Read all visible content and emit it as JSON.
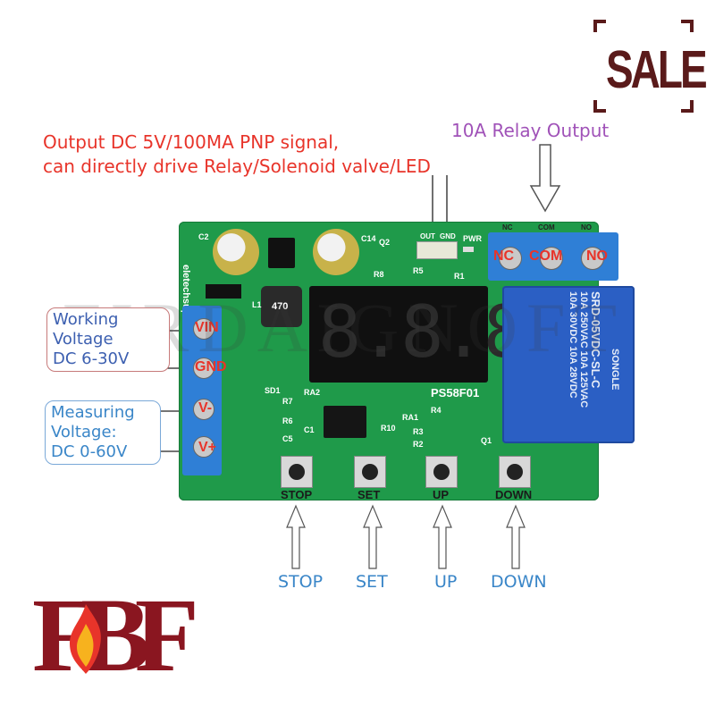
{
  "sale_badge": {
    "text": "SALE"
  },
  "annotations": {
    "output_line1": "Output DC 5V/100MA PNP signal,",
    "output_line2": "can directly drive Relay/Solenoid valve/LED",
    "relay_output": "10A Relay Output",
    "working_voltage": [
      "Working",
      "Voltage",
      "DC 6-30V"
    ],
    "measuring_voltage": [
      "Measuring",
      "Voltage:",
      "DC 0-60V"
    ]
  },
  "terminal_labels": {
    "vin": "VIN",
    "gnd": "GND",
    "v_minus": "V-",
    "v_plus": "V+",
    "nc": "NC",
    "com": "COM",
    "no": "NO"
  },
  "pcb": {
    "brand": "eletechsup",
    "model": "PS58F01",
    "pin_out": "OUT",
    "pin_gnd": "GND",
    "pwr": "PWR",
    "hdr_nc": "NC",
    "hdr_com": "COM",
    "hdr_no": "NO",
    "inductor": "470",
    "display": "8.8.8.",
    "labels": [
      "C2",
      "C14",
      "Q2",
      "R8",
      "R5",
      "R1",
      "L1",
      "SD1",
      "R7",
      "R6",
      "C5",
      "RA2",
      "C1",
      "RA1",
      "R4",
      "R3",
      "R2",
      "R10",
      "Q1"
    ]
  },
  "relay": {
    "line1": "SRD-05VDC-SL-C",
    "line2": "10A 250VAC  10A 125VAC",
    "line3": "10A 30VDC  10A 28VDC",
    "brand": "SONGLE"
  },
  "buttons": [
    {
      "pcb_label": "STOP",
      "callout": "STOP"
    },
    {
      "pcb_label": "SET",
      "callout": "SET"
    },
    {
      "pcb_label": "UP",
      "callout": "UP"
    },
    {
      "pcb_label": "DOWN",
      "callout": "DOWN"
    }
  ],
  "watermark": "FIRDAIGNOFT",
  "logo": {
    "text": "FBF"
  },
  "colors": {
    "pcb_green": "#1f9a4a",
    "terminal_blue": "#2f7fd6",
    "relay_blue": "#2b5fc4",
    "annotation_red": "#e8342a",
    "annotation_purple": "#a052b8",
    "callout_blue": "#3a86c8",
    "logo_red": "#8a1620"
  }
}
